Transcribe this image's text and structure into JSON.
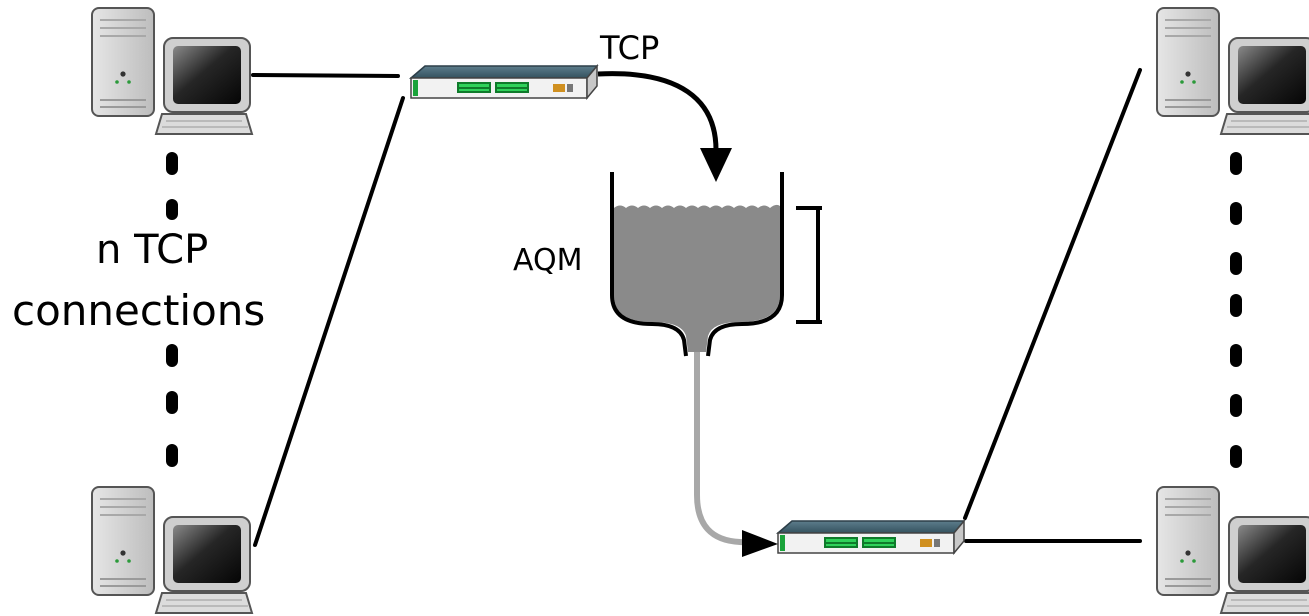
{
  "labels": {
    "connections_line1": "n TCP",
    "connections_line2": "connections",
    "tcp": "TCP",
    "aqm": "AQM"
  },
  "colors": {
    "line": "#000000",
    "queue_fill": "#8a8a8a",
    "outflow": "#a8a8a8",
    "pc_case": "#d4d4d4",
    "switch_body": "#3f5f6f",
    "port_green": "#1aa33a"
  },
  "icons": [
    "desktop-computer-icon",
    "network-switch-icon"
  ]
}
